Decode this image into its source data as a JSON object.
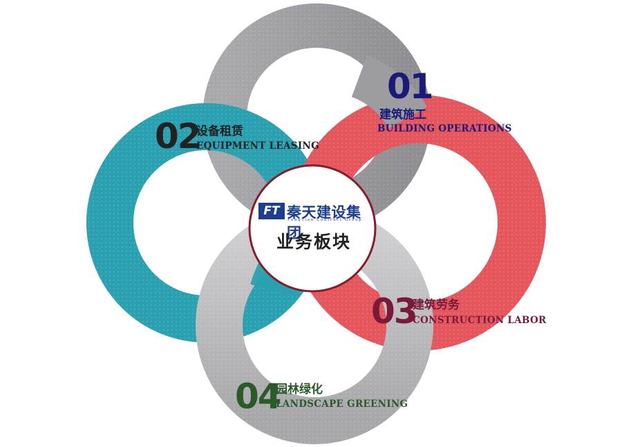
{
  "center": {
    "logo_mark": "FT",
    "company_name": "秦天建设集团",
    "company_subtitle": "FengTian Contract Group",
    "title": "业务板块"
  },
  "segments": [
    {
      "number": "01",
      "cn": "建筑施工",
      "en": "BUILDING OPERATIONS",
      "color": "#1a1a7a"
    },
    {
      "number": "02",
      "cn": "设备租赁",
      "en": "EQUIPMENT LEASING",
      "color": "#222222"
    },
    {
      "number": "03",
      "cn": "建筑劳务",
      "en": "CONSTRUCTION LABOR",
      "color": "#7a1a3a"
    },
    {
      "number": "04",
      "cn": "园林绿化",
      "en": "LANDSCAPE GREENING",
      "color": "#2a5a2a"
    }
  ],
  "colors": {
    "ring_gray": "#9a9a9f",
    "ring_teal": "#2aa1b0",
    "ring_red": "#e5555c",
    "ring_light_gray": "#b9b9bc",
    "center_border": "#8a1a2a"
  }
}
